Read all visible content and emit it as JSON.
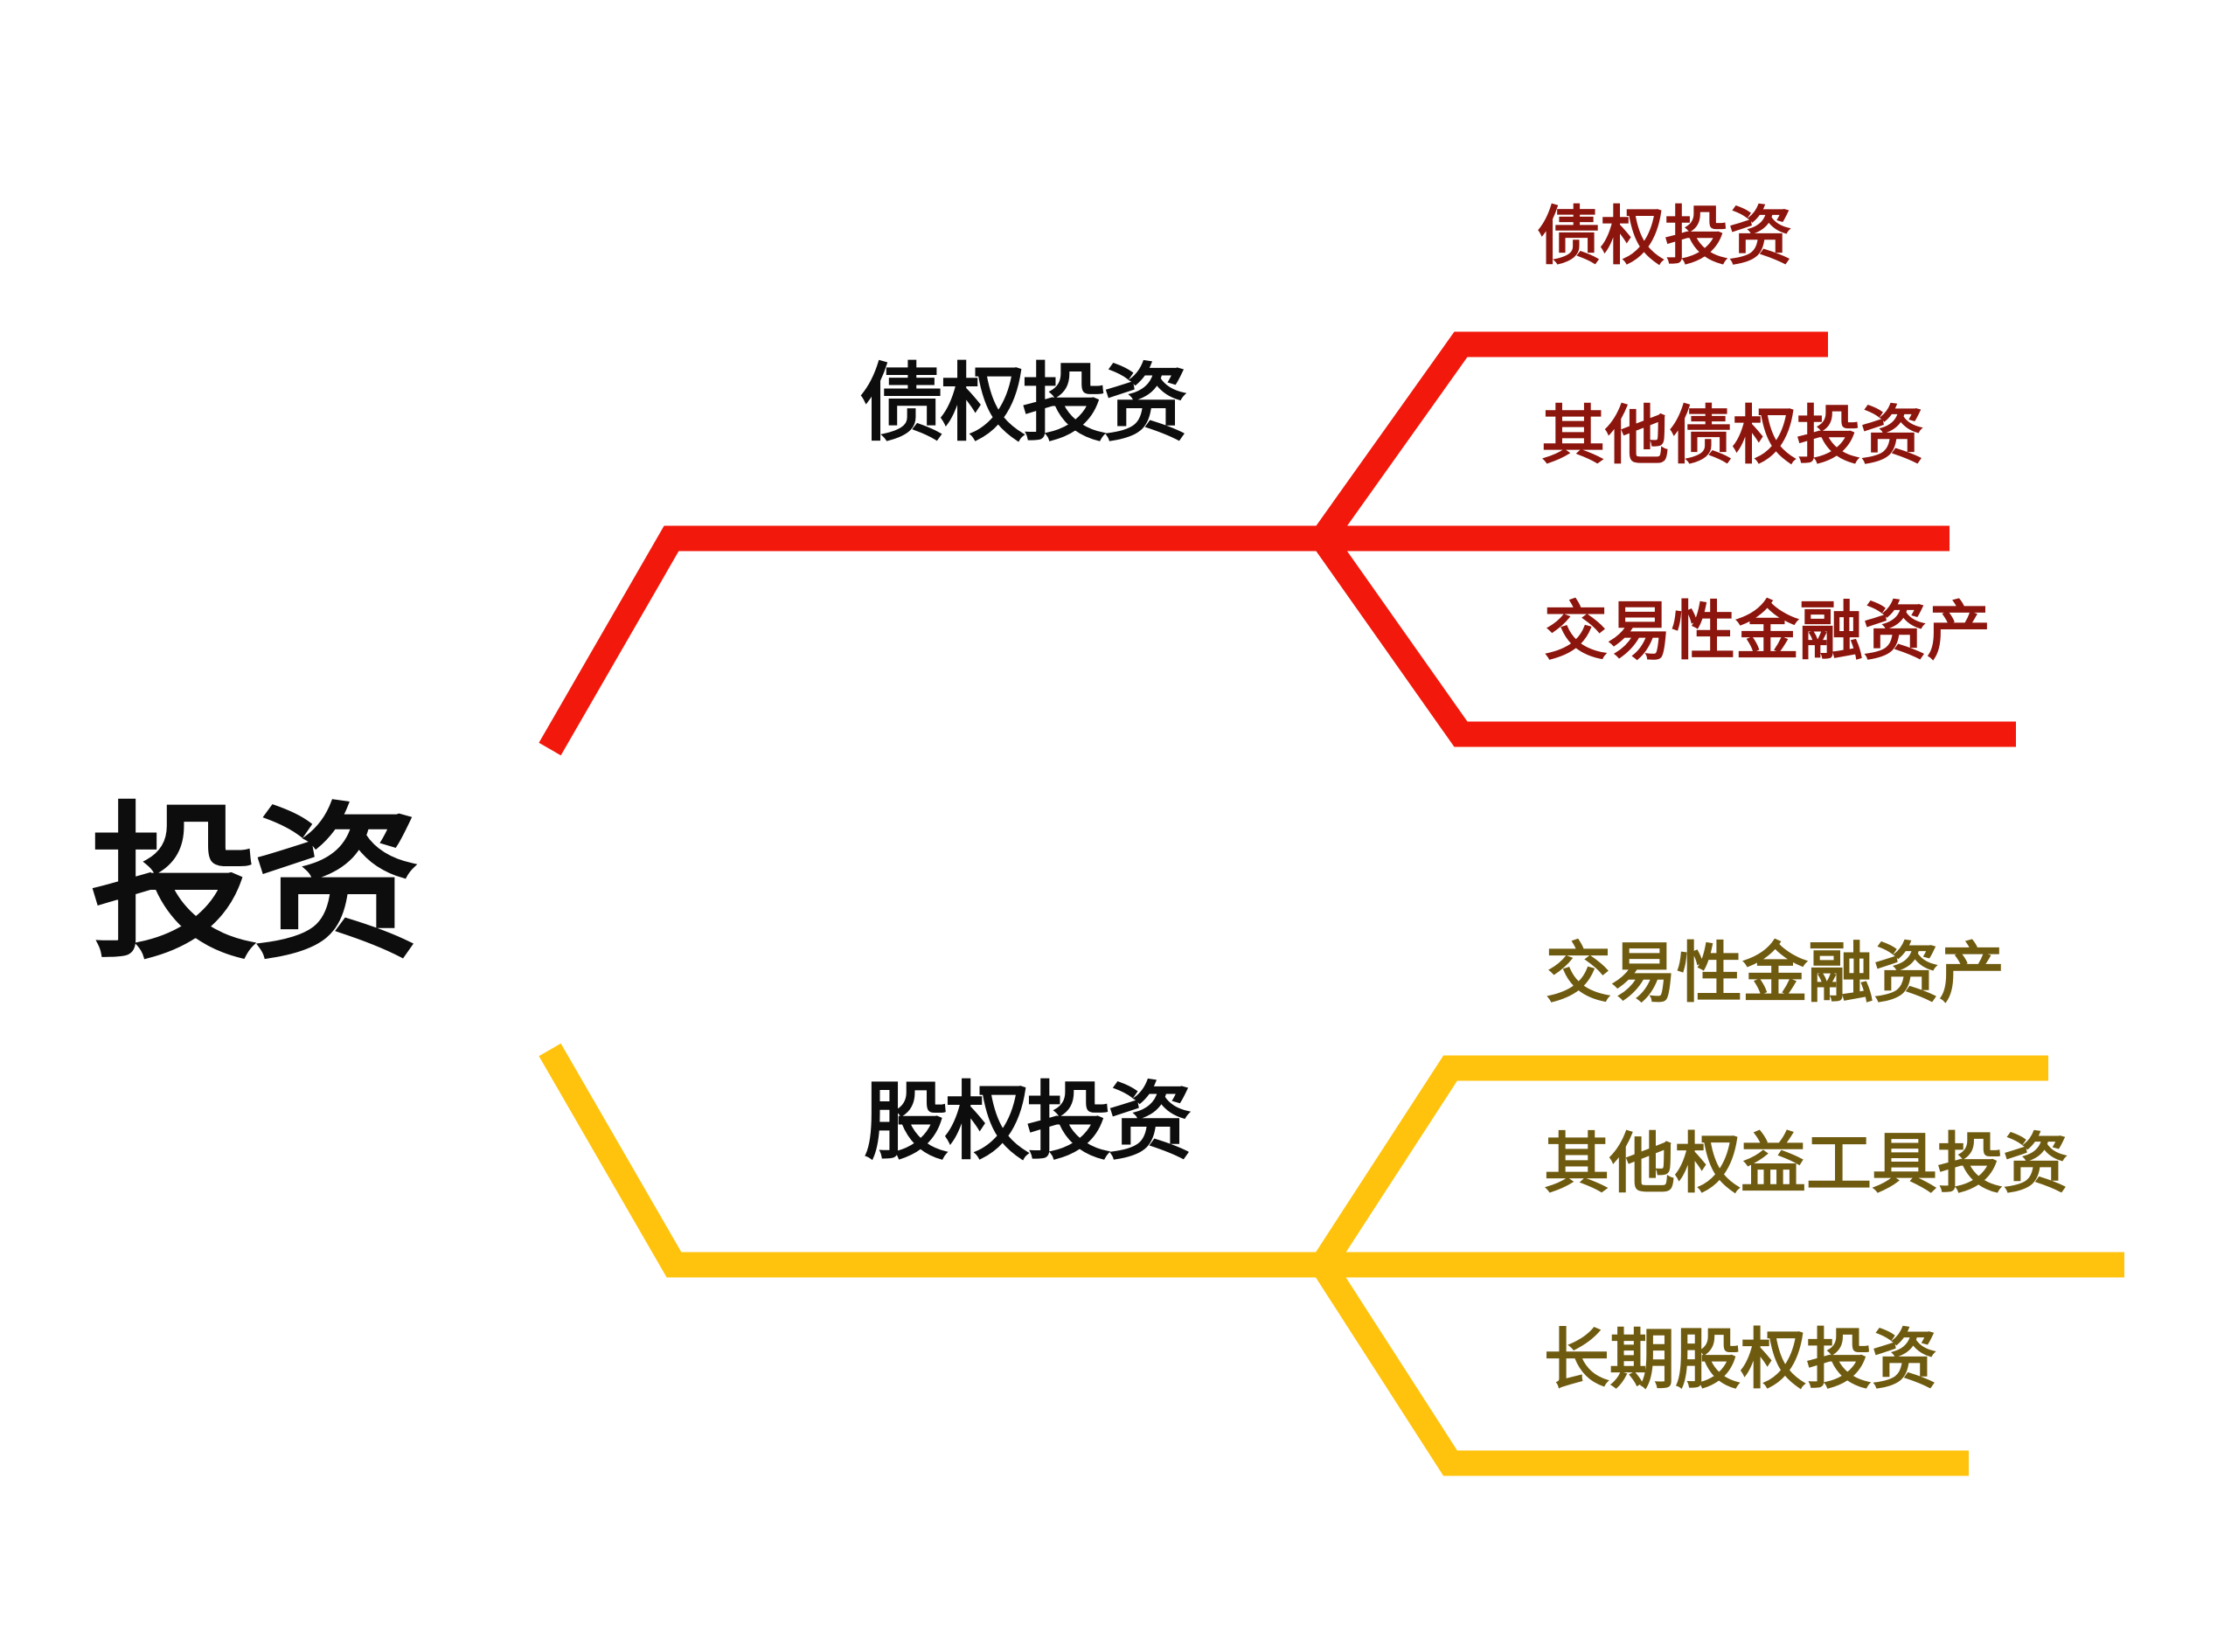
{
  "page": {
    "background_color": "#ffffff"
  },
  "mindmap": {
    "root": {
      "label": "投资",
      "color": "#0d0d0d"
    },
    "branches": [
      {
        "id": "debt-investment",
        "label": "债权投资",
        "label_color": "#0d0d0d",
        "line_color": "#f2190c",
        "child_text_color": "#8c150e",
        "children": [
          {
            "label": "债权投资"
          },
          {
            "label": "其他债权投资"
          },
          {
            "label": "交易性金融资产"
          }
        ]
      },
      {
        "id": "equity-investment",
        "label": "股权投资",
        "label_color": "#0d0d0d",
        "line_color": "#ffc30d",
        "child_text_color": "#6f5b10",
        "children": [
          {
            "label": "交易性金融资产"
          },
          {
            "label": "其他权益工具投资"
          },
          {
            "label": "长期股权投资"
          }
        ]
      }
    ]
  }
}
